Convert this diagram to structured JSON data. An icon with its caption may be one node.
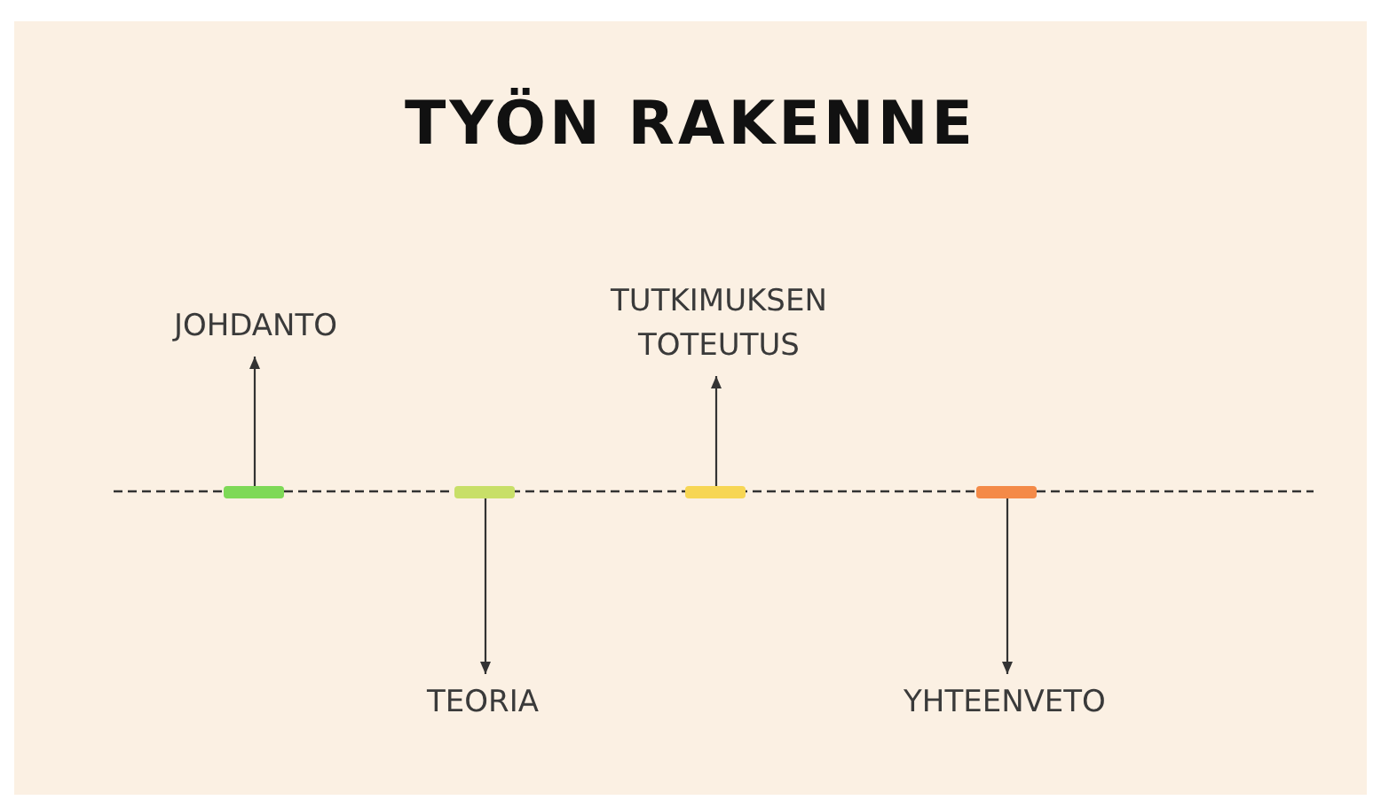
{
  "diagram": {
    "title": "TYÖN RAKENNE",
    "nodes": [
      {
        "text": [
          "JOHDANTO"
        ]
      },
      {
        "text": [
          "TEORIA"
        ]
      },
      {
        "text": [
          "TUTKIMUKSEN TOTEUTUS"
        ]
      },
      {
        "text": [
          "YHTEENVETO"
        ]
      },
      {
        "text": [],
        "shape": "bar"
      },
      {
        "text": [],
        "shape": "bar"
      },
      {
        "text": [],
        "shape": "bar"
      },
      {
        "text": [],
        "shape": "bar"
      }
    ],
    "edges": [
      {
        "from": 4,
        "to": 0,
        "arrow": "to"
      },
      {
        "from": 5,
        "to": 1,
        "arrow": "to"
      },
      {
        "from": 6,
        "to": 2,
        "arrow": "to"
      },
      {
        "from": 7,
        "to": 3,
        "arrow": "to"
      }
    ]
  }
}
